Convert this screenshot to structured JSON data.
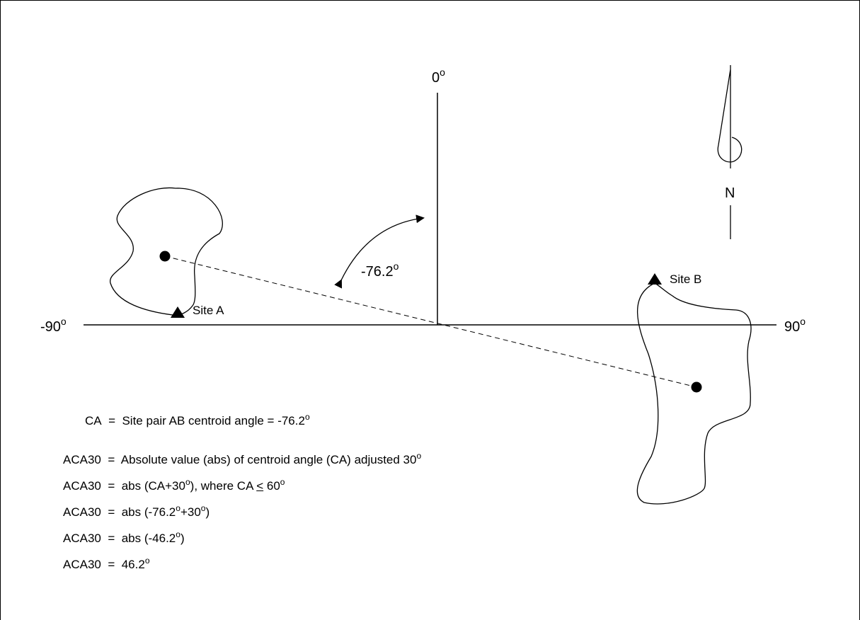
{
  "axis_labels": {
    "top": "0",
    "left": "-90",
    "right": "90",
    "degree_mark": "o"
  },
  "angle_label": {
    "value": "-76.2",
    "degree_mark": "o"
  },
  "north_label": "N",
  "sites": {
    "a": "Site A",
    "b": "Site B"
  },
  "equations": {
    "ca": {
      "lhs": "CA",
      "eq": "=",
      "text": "Site pair AB centroid angle = -76.2",
      "deg": "o"
    },
    "def": {
      "lhs": "ACA30",
      "eq": "=",
      "text": "Absolute value (abs) of centroid angle (CA) adjusted 30",
      "deg": "o"
    },
    "formula": {
      "lhs": "ACA30",
      "eq": "=",
      "a": "abs (CA+30",
      "deg1": "o",
      "b": "), where CA ",
      "le": "<",
      "c": " 60",
      "deg2": "o"
    },
    "sub": {
      "lhs": "ACA30",
      "eq": "=",
      "a": "abs (-76.2",
      "deg1": "o",
      "b": "+30",
      "deg2": "o",
      "c": ")"
    },
    "mid": {
      "lhs": "ACA30",
      "eq": "=",
      "a": "abs (-46.2",
      "deg": "o",
      "b": ")"
    },
    "result": {
      "lhs": "ACA30",
      "eq": "=",
      "a": "46.2",
      "deg": "o"
    }
  }
}
